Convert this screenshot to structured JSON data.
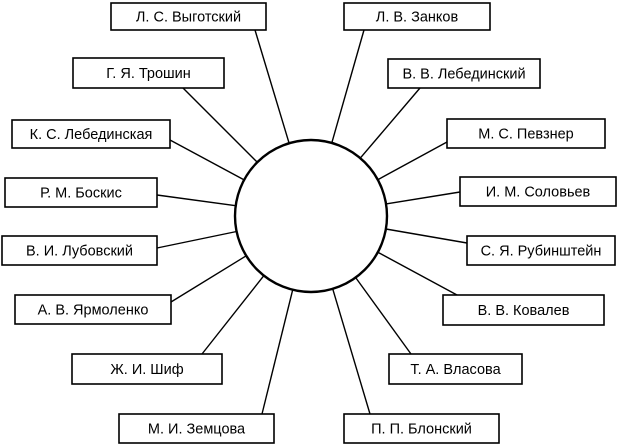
{
  "diagram": {
    "names": [
      "Л. С. Выготский",
      "Л. В. Занков",
      "Г. Я. Трошин",
      "В. В. Лебединский",
      "К. С. Лебединская",
      "М. С. Певзнер",
      "Р. М. Боскис",
      "И. М. Соловьев",
      "В. И. Лубовский",
      "С. Я. Рубинштейн",
      "А. В. Ярмоленко",
      "В. В. Ковалев",
      "Ж. И. Шиф",
      "Т. А. Власова",
      "М. И. Земцова",
      "П. П. Блонский"
    ],
    "colors": {
      "line": "#000000",
      "background": "#ffffff"
    }
  }
}
